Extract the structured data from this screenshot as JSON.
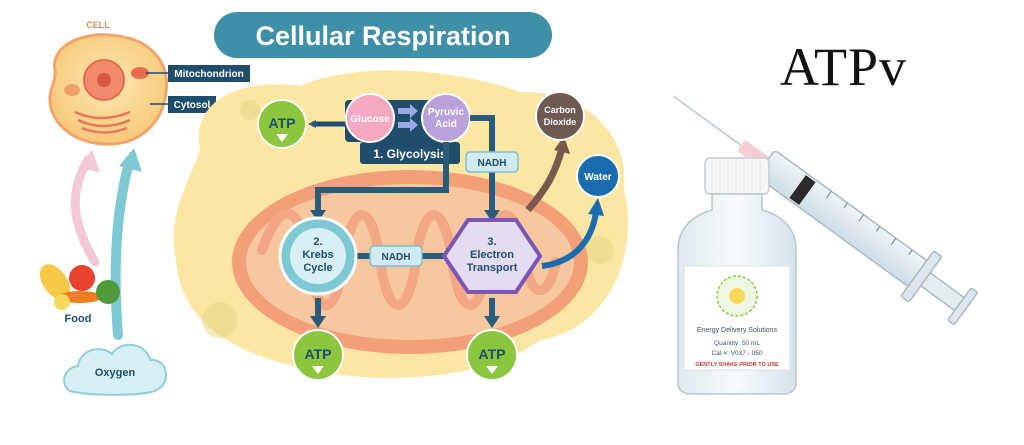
{
  "title": "Cellular Respiration",
  "cell": {
    "label": "CELL",
    "mitochondrion_label": "Mitochondrion",
    "cytosol_label": "Cytosol"
  },
  "inputs": {
    "food_label": "Food",
    "oxygen_label": "Oxygen"
  },
  "glycolysis": {
    "glucose": "Glucose",
    "pyruvic_line1": "Pyruvic",
    "pyruvic_line2": "Acid",
    "step_label": "1. Glycolysis"
  },
  "krebs": {
    "line1": "2.",
    "line2": "Krebs",
    "line3": "Cycle"
  },
  "electron": {
    "line1": "3.",
    "line2": "Electron",
    "line3": "Transport"
  },
  "carriers": {
    "nadh_top": "NADH",
    "nadh_middle": "NADH"
  },
  "outputs": {
    "carbon_line1": "Carbon",
    "carbon_line2": "Dioxide",
    "water": "Water",
    "atp": "ATP"
  },
  "product": {
    "brand": "ATPv",
    "bottle_line": "Energy Delivery Solutions",
    "quantity": "Quantity: 50 mL",
    "catalog": "Cat #: V037 - 050",
    "warning": "GENTLY SHAKE PRIOR TO USE"
  },
  "colors": {
    "title_pill": "#3f8fa8",
    "glycolysis_panel": "#1f4d6b",
    "atp_green": "#8cc63f",
    "mito_outer": "#f3a07a",
    "cytosol": "#fbe7a3"
  }
}
